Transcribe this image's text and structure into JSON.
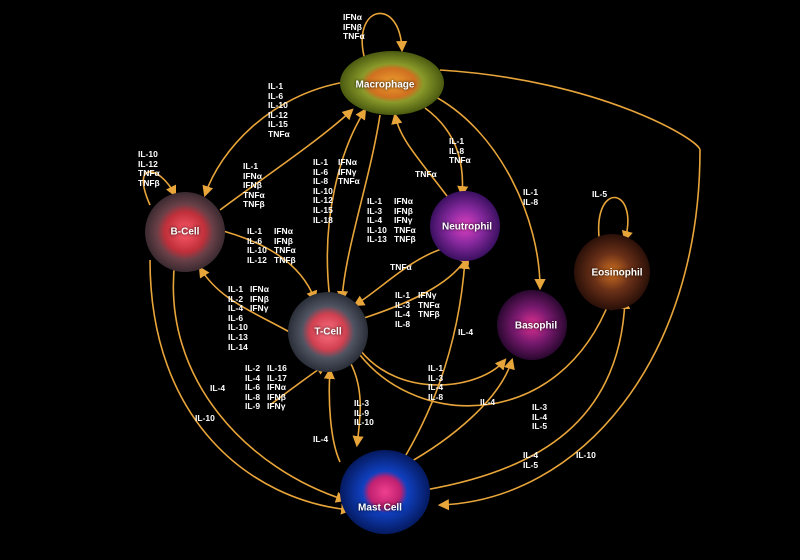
{
  "cells": {
    "macrophage": {
      "name": "Macrophage",
      "color": "#7a8a1e",
      "core": "#e58a1f"
    },
    "b_cell": {
      "name": "B-Cell",
      "color": "#5a3a40",
      "core": "#e23a4a"
    },
    "t_cell": {
      "name": "T-Cell",
      "color": "#3a3e4a",
      "core": "#e25a6a"
    },
    "neutrophil": {
      "name": "Neutrophil",
      "color": "#5a1a8a",
      "core": "#c030b0"
    },
    "basophil": {
      "name": "Basophil",
      "color": "#4a1050",
      "core": "#c02080"
    },
    "eosinophil": {
      "name": "Eosinophil",
      "color": "#5a3010",
      "core": "#b02080"
    },
    "mast_cell": {
      "name": "Mast Cell",
      "color": "#1040c0",
      "core": "#e0307a"
    }
  },
  "arrow_color": "#e8a53a",
  "labels": [
    {
      "id": "mac-self",
      "text": "IFNα\nIFNβ\nTNFα"
    },
    {
      "id": "mac-to-b",
      "text": "IL-1\nIL-6\nIL-10\nIL-12\nIL-15\nTNFα"
    },
    {
      "id": "b-self",
      "text": "IL-10\nIL-12\nTNFα\nTNFβ"
    },
    {
      "id": "b-to-mac",
      "text": "IL-1\nIFNα\nIFNβ\nTNFα\nTNFβ"
    },
    {
      "id": "t-to-mac-a",
      "text": "IL-1\nIL-6\nIL-8\nIL-10\nIL-12\nIL-15\nIL-18"
    },
    {
      "id": "t-to-mac-b",
      "text": "IFNα\nIFNγ\nTNFα"
    },
    {
      "id": "mac-to-t-a",
      "text": "IL-1\nIL-3\nIL-4\nIL-10\nIL-13"
    },
    {
      "id": "mac-to-t-b",
      "text": "IFNα\nIFNβ\nIFNγ\nTNFα\nTNFβ"
    },
    {
      "id": "neu-to-mac",
      "text": "TNFα"
    },
    {
      "id": "mac-to-neu",
      "text": "IL-1\nIL-8\nTNFα"
    },
    {
      "id": "mac-to-baso",
      "text": "IL-1\nIL-8"
    },
    {
      "id": "eos-self",
      "text": "IL-5"
    },
    {
      "id": "b-to-t-a",
      "text": "IL-1\nIL-6\nIL-10\nIL-12"
    },
    {
      "id": "b-to-t-b",
      "text": "IFNα\nIFNβ\nTNFα\nTNFβ"
    },
    {
      "id": "neu-to-t",
      "text": "TNFα"
    },
    {
      "id": "t-to-b-a",
      "text": "IL-1\nIL-2\nIL-4\nIL-6\nIL-10\nIL-13\nIL-14"
    },
    {
      "id": "t-to-b-b",
      "text": "IFNα\nIFNβ\nIFNγ"
    },
    {
      "id": "t-to-neu-a",
      "text": "IL-1\nIL-3\nIL-4\nIL-8"
    },
    {
      "id": "t-to-neu-b",
      "text": "IFNγ\nTNFα\nTNFβ"
    },
    {
      "id": "mast-to-neu",
      "text": "IL-4"
    },
    {
      "id": "t-self-a",
      "text": "IL-2\nIL-4\nIL-6\nIL-8\nIL-9"
    },
    {
      "id": "t-self-b",
      "text": "IL-16\nIL-17\nIFNα\nIFNβ\nIFNγ"
    },
    {
      "id": "t-to-baso",
      "text": "IL-1\nIL-3\nIL-4\nIL-8"
    },
    {
      "id": "mast-to-b",
      "text": "IL-4"
    },
    {
      "id": "mac-to-mast-10",
      "text": "IL-10"
    },
    {
      "id": "t-to-mast",
      "text": "IL-3\nIL-9\nIL-10"
    },
    {
      "id": "mast-to-baso",
      "text": "IL-4"
    },
    {
      "id": "t-to-eos",
      "text": "IL-3\nIL-4\nIL-5"
    },
    {
      "id": "mast-to-t",
      "text": "IL-4"
    },
    {
      "id": "mast-to-eos",
      "text": "IL-4\nIL-5"
    },
    {
      "id": "mac-to-mast",
      "text": "IL-10"
    }
  ]
}
